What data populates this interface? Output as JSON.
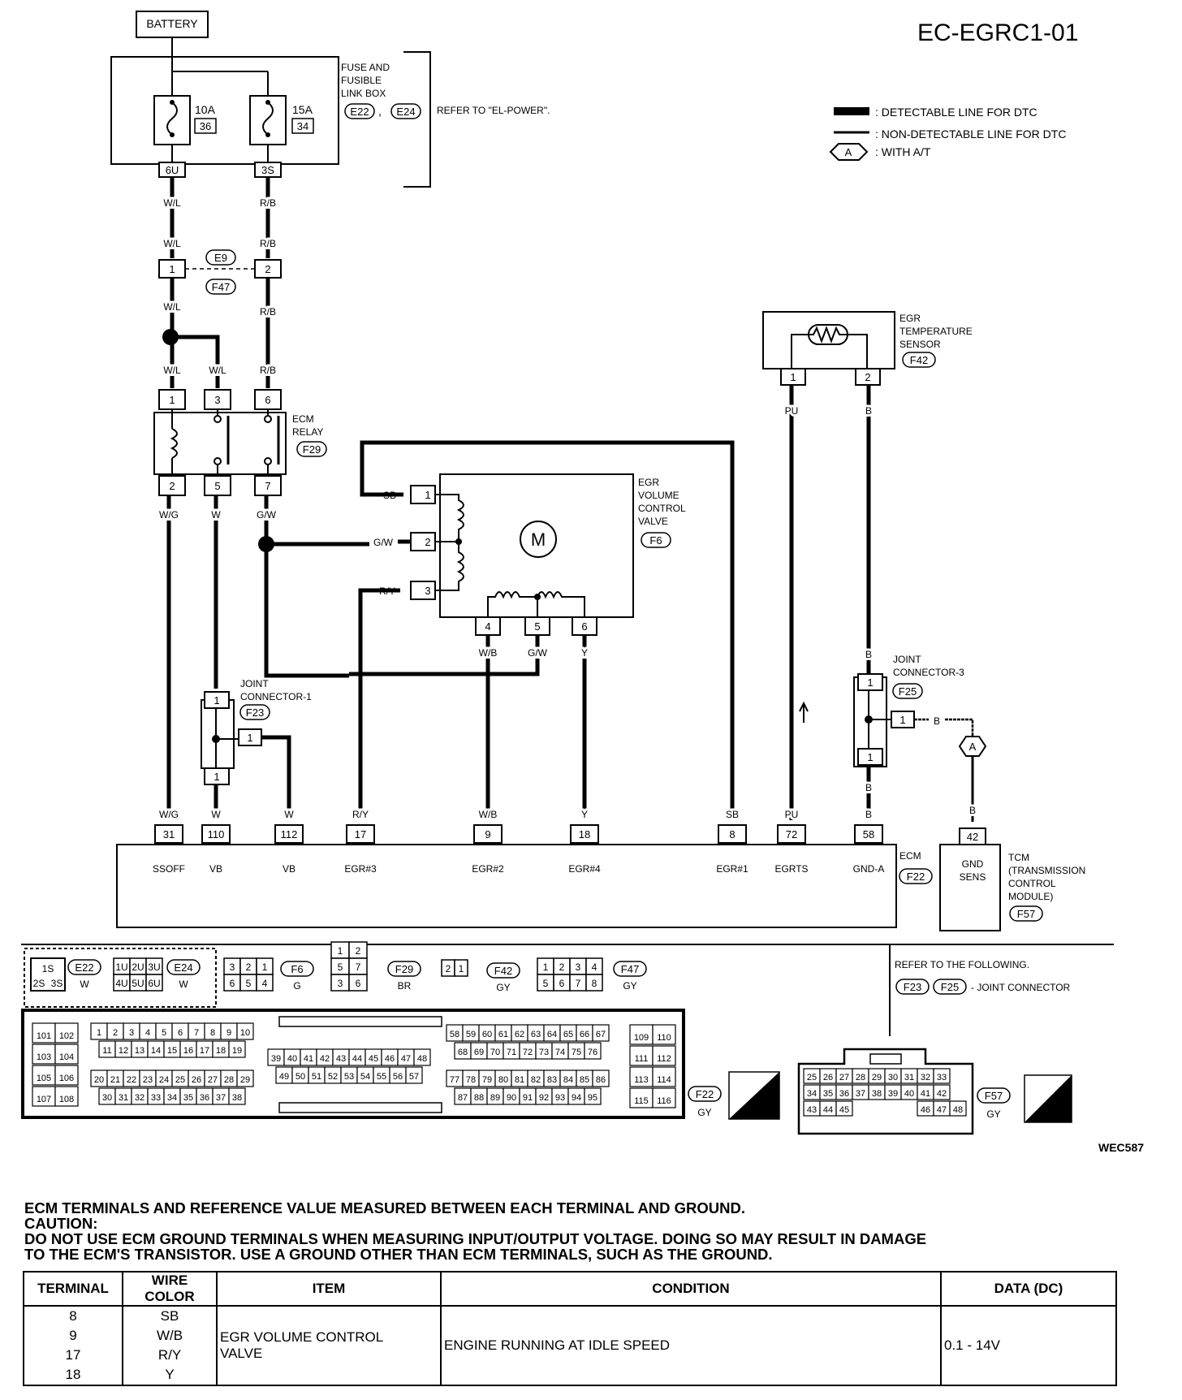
{
  "diagram_id": "EC-EGRC1-01",
  "figure_code": "WEC587",
  "legend": {
    "detectable": ": DETECTABLE LINE FOR DTC",
    "non_detectable": ": NON-DETECTABLE LINE FOR DTC",
    "at_symbol": "A",
    "at_text": ": WITH A/T"
  },
  "battery": "BATTERY",
  "fuse_box": {
    "title_lines": [
      "FUSE AND",
      "FUSIBLE",
      "LINK BOX"
    ],
    "conn1": "E22",
    "conn2": "E24",
    "refer": "REFER TO \"EL-POWER\".",
    "fuse1": {
      "amp": "10A",
      "num": "36",
      "pin": "6U"
    },
    "fuse2": {
      "amp": "15A",
      "num": "34",
      "pin": "3S"
    }
  },
  "wires": {
    "wl": "W/L",
    "rb": "R/B",
    "wg": "W/G",
    "w": "W",
    "gw": "G/W",
    "sb": "SB",
    "ry": "R/Y",
    "wb": "W/B",
    "y": "Y",
    "pu": "PU",
    "b": "B"
  },
  "connector_e9": {
    "id1": "E9",
    "id2": "F47",
    "pin1": "1",
    "pin2": "2"
  },
  "ecm_relay": {
    "title_lines": [
      "ECM",
      "RELAY"
    ],
    "conn": "F29",
    "pins_top": [
      "1",
      "3",
      "6"
    ],
    "pins_bottom": [
      "2",
      "5",
      "7"
    ]
  },
  "egr_valve": {
    "title_lines": [
      "EGR",
      "VOLUME",
      "CONTROL",
      "VALVE"
    ],
    "conn": "F6",
    "motor": "M",
    "pins_left": [
      "1",
      "2",
      "3"
    ],
    "pins_bottom": [
      "4",
      "5",
      "6"
    ]
  },
  "egr_sensor": {
    "title_lines": [
      "EGR",
      "TEMPERATURE",
      "SENSOR"
    ],
    "conn": "F42",
    "pins": [
      "1",
      "2"
    ]
  },
  "joint1": {
    "title_lines": [
      "JOINT",
      "CONNECTOR-1"
    ],
    "conn": "F23",
    "pins": [
      "1",
      "1",
      "1"
    ]
  },
  "joint3": {
    "title_lines": [
      "JOINT",
      "CONNECTOR-3"
    ],
    "conn": "F25",
    "pins": [
      "1",
      "1",
      "1"
    ]
  },
  "ecm": {
    "label": "ECM",
    "conn": "F22",
    "terminals": [
      {
        "wire": "W/G",
        "pin": "31",
        "name": "SSOFF"
      },
      {
        "wire": "W",
        "pin": "110",
        "name": "VB"
      },
      {
        "wire": "W",
        "pin": "112",
        "name": "VB"
      },
      {
        "wire": "R/Y",
        "pin": "17",
        "name": "EGR#3"
      },
      {
        "wire": "W/B",
        "pin": "9",
        "name": "EGR#2"
      },
      {
        "wire": "Y",
        "pin": "18",
        "name": "EGR#4"
      },
      {
        "wire": "SB",
        "pin": "8",
        "name": "EGR#1"
      },
      {
        "wire": "PU",
        "pin": "72",
        "name": "EGRTS"
      },
      {
        "wire": "B",
        "pin": "58",
        "name": "GND-A"
      }
    ]
  },
  "tcm": {
    "wire": "B",
    "pin": "42",
    "name_lines": [
      "GND",
      "SENS"
    ],
    "title_lines": [
      "TCM",
      "(TRANSMISSION",
      "CONTROL",
      "MODULE)"
    ],
    "conn": "F57"
  },
  "refer_following": {
    "line1": "REFER TO THE FOLLOWING.",
    "c1": "F23",
    "c2": "F25",
    "text": "- JOINT CONNECTOR"
  },
  "connector_views": [
    {
      "id": "E22",
      "color": "W",
      "cells": [
        "1S",
        "2S",
        "3S"
      ]
    },
    {
      "id": "E24",
      "color": "W",
      "cells": [
        "1U",
        "2U",
        "3U",
        "4U",
        "5U",
        "6U"
      ]
    },
    {
      "id": "F6",
      "color": "G",
      "cells": [
        "3",
        "2",
        "1",
        "6",
        "5",
        "4"
      ]
    },
    {
      "id": "F29",
      "color": "BR",
      "cells": [
        "1",
        "2",
        "5",
        "7",
        "3",
        "6"
      ]
    },
    {
      "id": "F42",
      "color": "GY",
      "cells": [
        "2",
        "1"
      ]
    },
    {
      "id": "F47",
      "color": "GY",
      "cells": [
        "1",
        "2",
        "3",
        "4",
        "5",
        "6",
        "7",
        "8"
      ]
    }
  ],
  "ecm_connector": {
    "id": "F22",
    "color": "GY",
    "hs": "H.S.",
    "blocks": {
      "a": [
        "101",
        "102",
        "103",
        "104",
        "105",
        "106",
        "107",
        "108"
      ],
      "r1": [
        "1",
        "2",
        "3",
        "4",
        "5",
        "6",
        "7",
        "8",
        "9",
        "10"
      ],
      "r2": [
        "11",
        "12",
        "13",
        "14",
        "15",
        "16",
        "17",
        "18",
        "19"
      ],
      "r3": [
        "20",
        "21",
        "22",
        "23",
        "24",
        "25",
        "26",
        "27",
        "28",
        "29"
      ],
      "r4": [
        "30",
        "31",
        "32",
        "33",
        "34",
        "35",
        "36",
        "37",
        "38"
      ],
      "m1": [
        "39",
        "40",
        "41",
        "42",
        "43",
        "44",
        "45",
        "46",
        "47",
        "48"
      ],
      "m2": [
        "49",
        "50",
        "51",
        "52",
        "53",
        "54",
        "55",
        "56",
        "57"
      ],
      "n1": [
        "58",
        "59",
        "60",
        "61",
        "62",
        "63",
        "64",
        "65",
        "66",
        "67"
      ],
      "n2": [
        "68",
        "69",
        "70",
        "71",
        "72",
        "73",
        "74",
        "75",
        "76"
      ],
      "n3": [
        "77",
        "78",
        "79",
        "80",
        "81",
        "82",
        "83",
        "84",
        "85",
        "86"
      ],
      "n4": [
        "87",
        "88",
        "89",
        "90",
        "91",
        "92",
        "93",
        "94",
        "95"
      ],
      "z": [
        "109",
        "110",
        "111",
        "112",
        "113",
        "114",
        "115",
        "116"
      ]
    }
  },
  "tcm_connector": {
    "id": "F57",
    "color": "GY",
    "hs": "H.S.",
    "rows": [
      [
        "25",
        "26",
        "27",
        "28",
        "29",
        "30",
        "31",
        "32",
        "33"
      ],
      [
        "34",
        "35",
        "36",
        "37",
        "38",
        "39",
        "40",
        "41",
        "42"
      ],
      [
        "43",
        "44",
        "45",
        "46",
        "47",
        "48"
      ]
    ]
  },
  "notes": [
    "ECM TERMINALS AND REFERENCE VALUE MEASURED BETWEEN EACH TERMINAL AND GROUND.",
    "CAUTION:",
    "DO NOT USE ECM GROUND TERMINALS WHEN MEASURING INPUT/OUTPUT VOLTAGE. DOING SO MAY RESULT IN DAMAGE",
    "TO THE ECM'S TRANSISTOR. USE A GROUND OTHER THAN ECM TERMINALS, SUCH AS THE GROUND."
  ],
  "table": {
    "headers": [
      "TERMINAL",
      "WIRE COLOR",
      "ITEM",
      "CONDITION",
      "DATA (DC)"
    ],
    "rows": [
      {
        "terminal": "8",
        "wire": "SB"
      },
      {
        "terminal": "9",
        "wire": "W/B"
      },
      {
        "terminal": "17",
        "wire": "R/Y"
      },
      {
        "terminal": "18",
        "wire": "Y"
      }
    ],
    "item_lines": [
      "EGR VOLUME CONTROL",
      "VALVE"
    ],
    "condition": "ENGINE RUNNING AT IDLE SPEED",
    "data": "0.1 - 14V"
  }
}
